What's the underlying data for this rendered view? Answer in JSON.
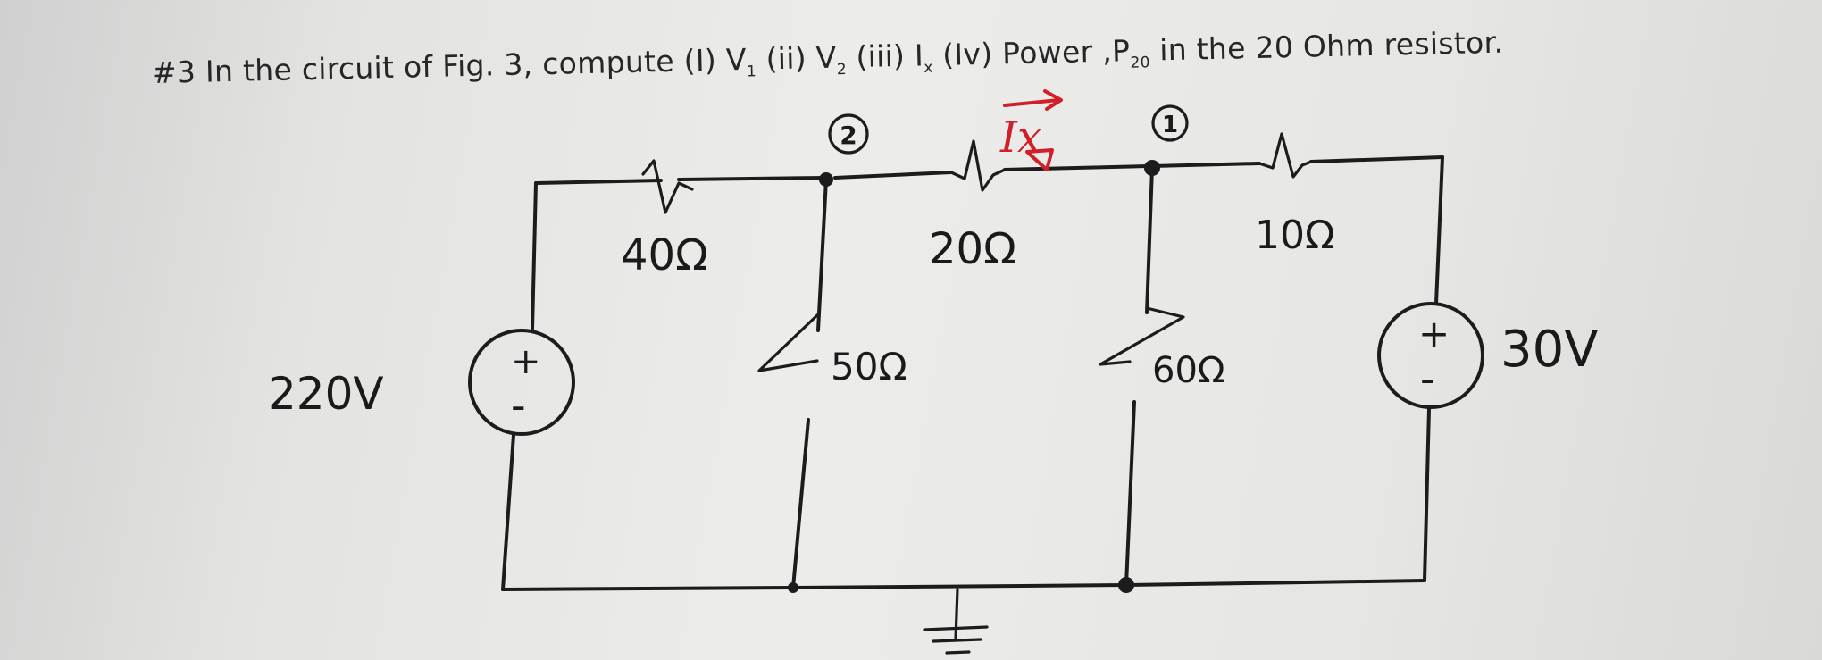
{
  "problem": {
    "number_prefix": "#3",
    "lead": "In the circuit of Fig. 3, compute",
    "part1_open": "(I) V",
    "part1_sub": "1",
    "part2_open": "(ii) V",
    "part2_sub": "2",
    "part3_open": "(iii) I",
    "part3_sub": "x",
    "part4_open": "(Iv) Power ,P",
    "part4_sub": "20",
    "tail": "in the 20 Ohm resistor."
  },
  "circuit": {
    "node_left_label": "2",
    "node_right_label": "1",
    "current_label": "Ix",
    "source_left_value": "220V",
    "source_right_value": "30V",
    "plus_sign": "+",
    "minus_sign": "-",
    "r_top_left": "40Ω",
    "r_top_mid": "20Ω",
    "r_top_right": "10Ω",
    "r_shunt_left": "50Ω",
    "r_shunt_right": "60Ω"
  },
  "colors": {
    "ink": "#1c1c1c",
    "annotation_red": "#d11f2a",
    "paper": "#e8e8e6"
  }
}
